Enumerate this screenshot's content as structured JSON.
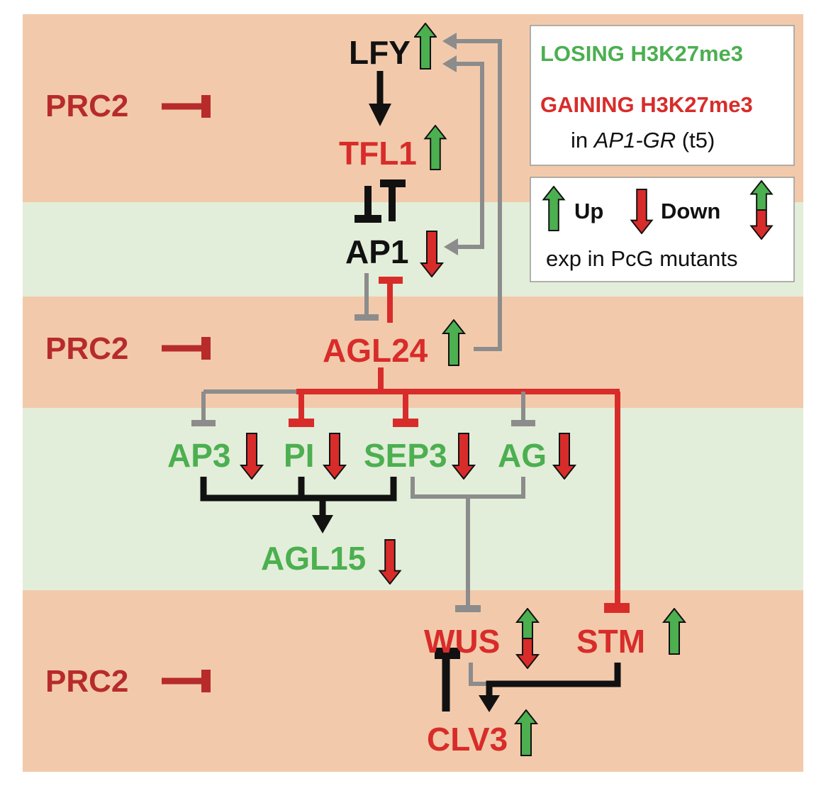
{
  "colors": {
    "peach": "#f2caab",
    "green_band": "#e2eed9",
    "red": "#d82c2a",
    "green": "#4caf50",
    "gray": "#8c8c8c",
    "prc2": "#b72b2b"
  },
  "prc2": [
    "PRC2",
    "PRC2",
    "PRC2"
  ],
  "genes": {
    "lfy": "LFY",
    "tfl1": "TFL1",
    "ap1": "AP1",
    "agl24": "AGL24",
    "ap3": "AP3",
    "pi": "PI",
    "sep3": "SEP3",
    "ag": "AG",
    "agl15": "AGL15",
    "wus": "WUS",
    "stm": "STM",
    "clv3": "CLV3"
  },
  "legend": {
    "losing": "LOSING H3K27me3",
    "gaining": "GAINING H3K27me3",
    "context_prefix": "in ",
    "context_italic": "AP1-GR",
    "context_suffix": " (t5)",
    "up": "Up",
    "down": "Down",
    "exp": "exp in PcG mutants"
  }
}
